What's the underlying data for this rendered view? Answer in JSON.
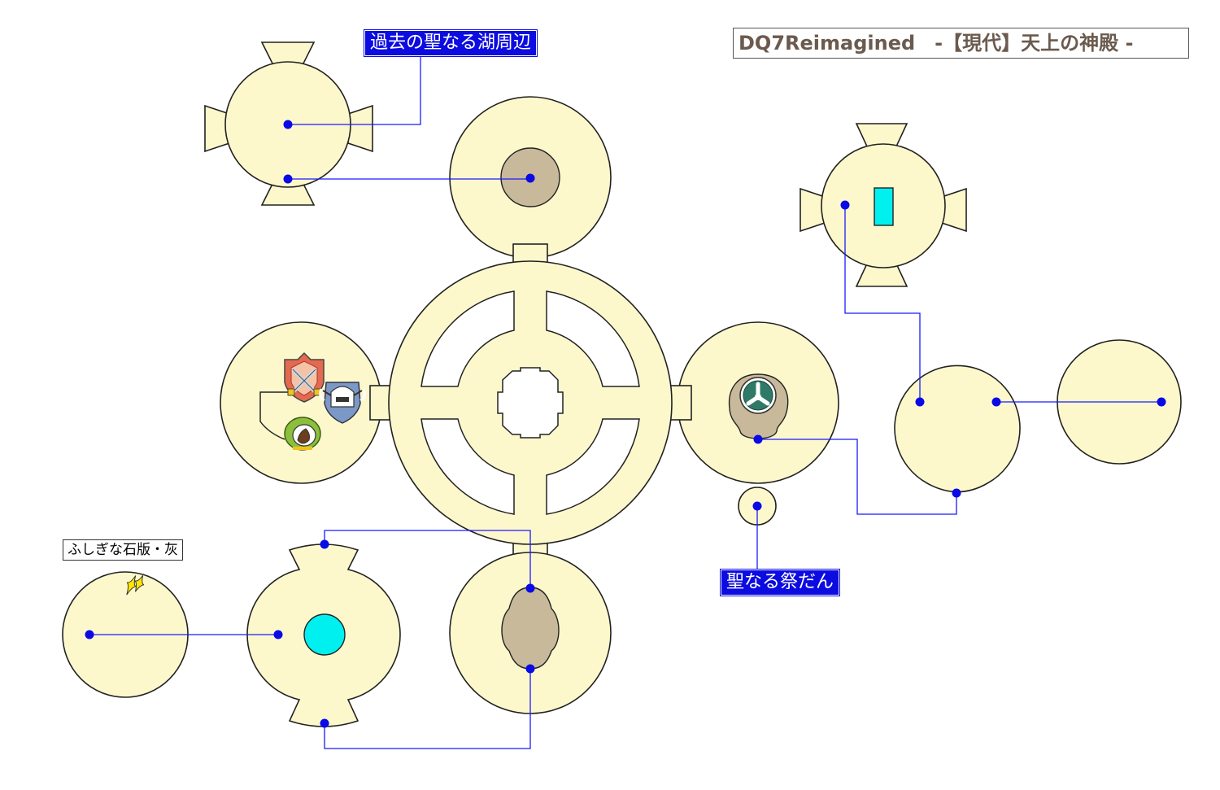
{
  "title": "DQ7Reimagined　-【現代】天上の神殿 -",
  "labels": {
    "lake": "過去の聖なる湖周辺",
    "altar": "聖なる祭だん",
    "tablet": "ふしぎな石版・灰"
  },
  "icons": {
    "weapon_shop": "crossed-swords-shield-icon",
    "armor_shop": "helmet-shield-icon",
    "item_shop": "laurel-bag-icon",
    "travel_door": "trident-door-icon",
    "sparkle": "sparkle-icon"
  },
  "colors": {
    "room_fill": "#fdf8cc",
    "dark_floor": "#c8b99b",
    "link_line": "#1a1aff",
    "link_dot": "#0a0ae6",
    "water": "#00f0f0",
    "label_bg": "#0c0ce0",
    "title_text": "#6b5a4e"
  }
}
